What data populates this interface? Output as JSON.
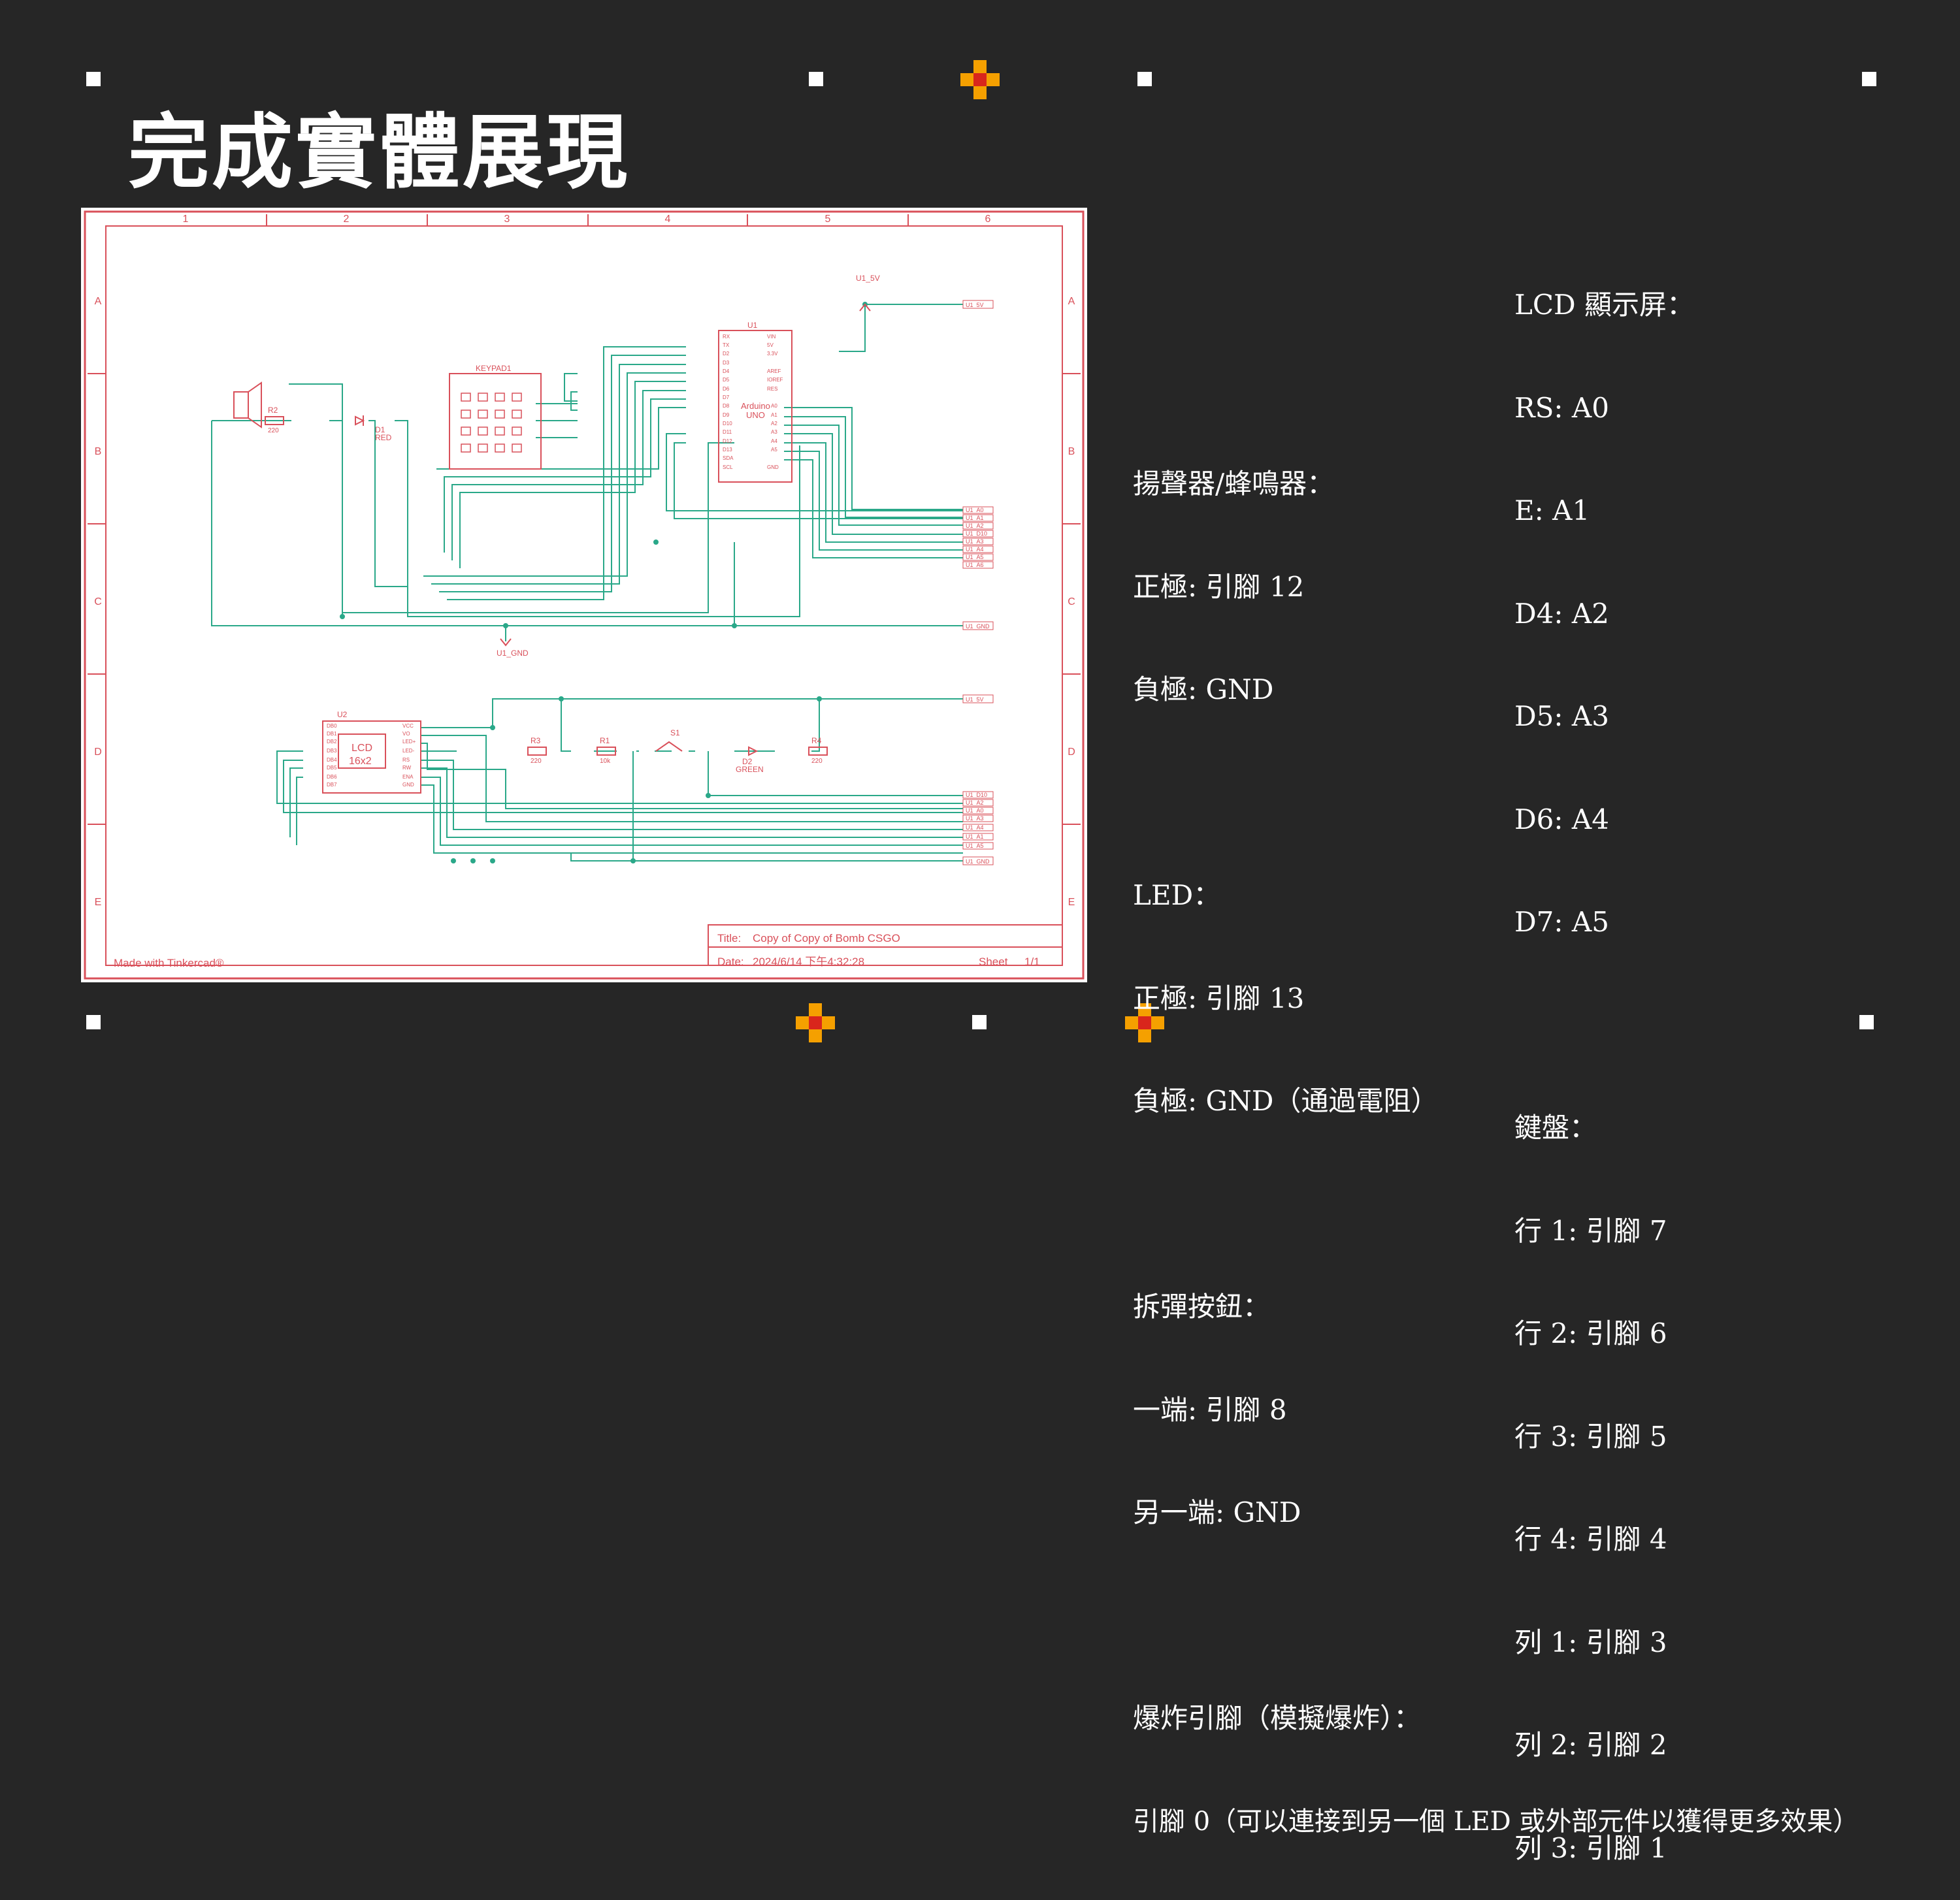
{
  "slide": {
    "title": "完成實體展現"
  },
  "schematic": {
    "col_labels": [
      "1",
      "2",
      "3",
      "4",
      "5",
      "6"
    ],
    "row_labels": [
      "A",
      "B",
      "C",
      "D",
      "E"
    ],
    "net_u1_5v": "U1_5V",
    "net_u1_gnd": "U1_GND",
    "right_nets_top": [
      "U1_5V"
    ],
    "right_nets_mid": [
      "U1_A0",
      "U1_A1",
      "U1_A2",
      "U1_D10",
      "U1_A3",
      "U1_A4",
      "U1_A5",
      "U1_A6"
    ],
    "right_net_gnd": "U1_GND",
    "right_net_5v_lower": "U1_5V",
    "right_nets_bottom": [
      "U1_D10",
      "U1_A2",
      "U1_A0",
      "U1_A3",
      "U1_A4",
      "U1_A1",
      "U1_A5",
      "U1_GND"
    ],
    "u1_label": "U1",
    "arduino_line1": "Arduino",
    "arduino_line2": "UNO",
    "u1_left_pins": [
      "RX",
      "TX",
      "D2",
      "D3",
      "D4",
      "D5",
      "D6",
      "D7",
      "D8",
      "D9",
      "D10",
      "D11",
      "D12",
      "D13",
      "SDA",
      "SCL"
    ],
    "u1_right_pins": [
      "VIN",
      "5V",
      "3.3V",
      "",
      "AREF",
      "IOREF",
      "RES",
      "",
      "A0",
      "A1",
      "A2",
      "A3",
      "A4",
      "A5",
      "",
      "GND"
    ],
    "keypad_label": "KEYPAD1",
    "r2_label": "R2",
    "r2_value": "220",
    "d1_label": "D1",
    "d1_value": "RED",
    "u2_label": "U2",
    "lcd_line1": "LCD",
    "lcd_line2": "16x2",
    "u2_left_pins": [
      "DB0",
      "DB1",
      "DB2",
      "DB3",
      "DB4",
      "DB5",
      "DB6",
      "DB7"
    ],
    "u2_right_pins": [
      "VCC",
      "VO",
      "LED+",
      "LED-",
      "RS",
      "RW",
      "ENA",
      "GND"
    ],
    "r3_label": "R3",
    "r3_value": "220",
    "r1_label": "R1",
    "r1_value": "10k",
    "s1_label": "S1",
    "d2_label": "D2",
    "d2_value": "GREEN",
    "r4_label": "R4",
    "r4_value": "220",
    "title_label": "Title:",
    "title_value": "Copy of Copy of Bomb CSGO",
    "date_label": "Date:",
    "date_value": "2024/6/14 下午4:32:28",
    "sheet_label": "Sheet",
    "sheet_value": "1/1",
    "made_with": "Made with Tinkercad®"
  },
  "notes_left": [
    "揚聲器/蜂鳴器：",
    "正極: 引腳 12",
    "負極: GND",
    "",
    "LED：",
    "正極: 引腳 13",
    "負極: GND（通過電阻）",
    "",
    "拆彈按鈕：",
    "一端: 引腳 8",
    "另一端: GND",
    "",
    "爆炸引腳（模擬爆炸）：",
    "引腳 0（可以連接到另一個 LED 或外部元件以獲得更多效果）"
  ],
  "notes_right": [
    "LCD 顯示屏：",
    "RS: A0",
    "E: A1",
    "D4: A2",
    "D5: A3",
    "D6: A4",
    "D7: A5",
    "",
    "鍵盤：",
    "行 1: 引腳 7",
    "行 2: 引腳 6",
    "行 3: 引腳 5",
    "行 4: 引腳 4",
    "列 1: 引腳 3",
    "列 2: 引腳 2",
    "列 3: 引腳 1"
  ],
  "colors": {
    "background": "#262626",
    "frame_red": "#d9505a",
    "wire_teal": "#2aa889",
    "accent_orange": "#f5a000",
    "accent_red": "#d9261c"
  }
}
